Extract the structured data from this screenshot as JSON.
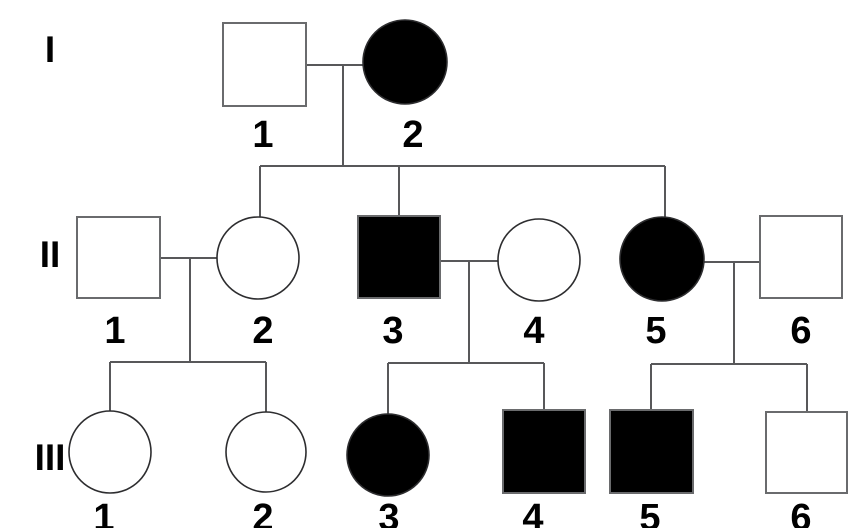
{
  "figure": {
    "type": "pedigree-chart",
    "colors": {
      "affected_fill": "#000000",
      "unaffected_fill": "#ffffff",
      "connector_line": "#58585a",
      "square_outline": "#6a6b6d",
      "circle_outline": "#2d2d2f",
      "text": "#000000",
      "background": "#ffffff"
    },
    "generations": [
      {
        "label": "I",
        "individuals": [
          {
            "number": "1",
            "sex": "male",
            "affected": false
          },
          {
            "number": "2",
            "sex": "female",
            "affected": true
          }
        ]
      },
      {
        "label": "II",
        "individuals": [
          {
            "number": "1",
            "sex": "male",
            "affected": false
          },
          {
            "number": "2",
            "sex": "female",
            "affected": false
          },
          {
            "number": "3",
            "sex": "male",
            "affected": true
          },
          {
            "number": "4",
            "sex": "female",
            "affected": false
          },
          {
            "number": "5",
            "sex": "female",
            "affected": true
          },
          {
            "number": "6",
            "sex": "male",
            "affected": false
          }
        ]
      },
      {
        "label": "III",
        "individuals": [
          {
            "number": "1",
            "sex": "female",
            "affected": false
          },
          {
            "number": "2",
            "sex": "female",
            "affected": false
          },
          {
            "number": "3",
            "sex": "female",
            "affected": true
          },
          {
            "number": "4",
            "sex": "male",
            "affected": true
          },
          {
            "number": "5",
            "sex": "male",
            "affected": true
          },
          {
            "number": "6",
            "sex": "male",
            "affected": false
          }
        ]
      }
    ]
  }
}
